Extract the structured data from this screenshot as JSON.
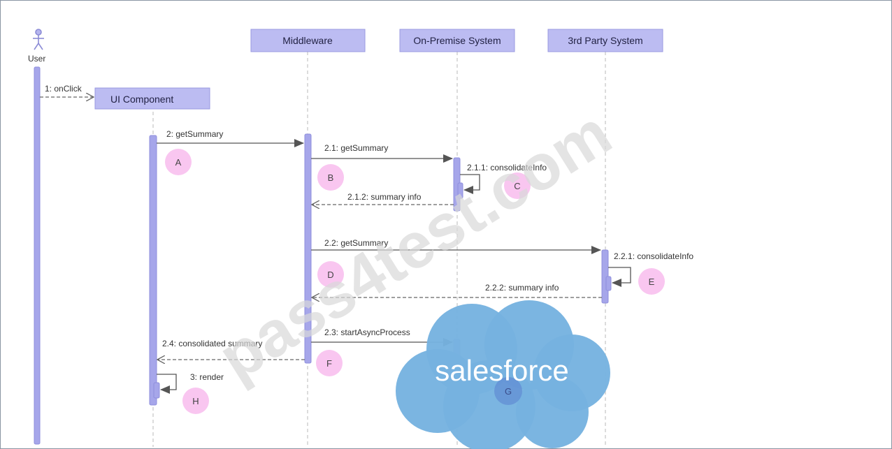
{
  "actor": {
    "label": "User"
  },
  "participants": [
    {
      "id": "ui",
      "label": "UI Component"
    },
    {
      "id": "mw",
      "label": "Middleware"
    },
    {
      "id": "op",
      "label": "On-Premise System"
    },
    {
      "id": "tp",
      "label": "3rd Party System"
    }
  ],
  "messages": [
    {
      "id": "m1",
      "label": "1: onClick",
      "style": "dashed"
    },
    {
      "id": "m2",
      "label": "2: getSummary",
      "style": "solid"
    },
    {
      "id": "m21",
      "label": "2.1: getSummary",
      "style": "solid"
    },
    {
      "id": "m211",
      "label": "2.1.1: consolidateInfo",
      "style": "self"
    },
    {
      "id": "m212",
      "label": "2.1.2: summary info",
      "style": "dashed"
    },
    {
      "id": "m22",
      "label": "2.2: getSummary",
      "style": "solid"
    },
    {
      "id": "m221",
      "label": "2.2.1: consolidateInfo",
      "style": "self"
    },
    {
      "id": "m222",
      "label": "2.2.2: summary info",
      "style": "dashed"
    },
    {
      "id": "m23",
      "label": "2.3: startAsyncProcess",
      "style": "solid"
    },
    {
      "id": "m24",
      "label": "2.4: consolidated summary",
      "style": "dashed"
    },
    {
      "id": "m3",
      "label": "3: render",
      "style": "self"
    }
  ],
  "markers": [
    "A",
    "B",
    "C",
    "D",
    "E",
    "F",
    "G",
    "H"
  ],
  "watermark": "pass4test.com",
  "logo": {
    "text": "salesforce"
  },
  "colors": {
    "participant_box": "#bcbcf2",
    "activation": "#a6a6ea",
    "marker": "#f9c6f0",
    "marker_text": "#444444",
    "lifeline": "#b9b9b9",
    "arrow": "#555555",
    "watermark": "#e0e0e0",
    "cloud": "#76b2e0",
    "logo_text": "#ffffff"
  }
}
